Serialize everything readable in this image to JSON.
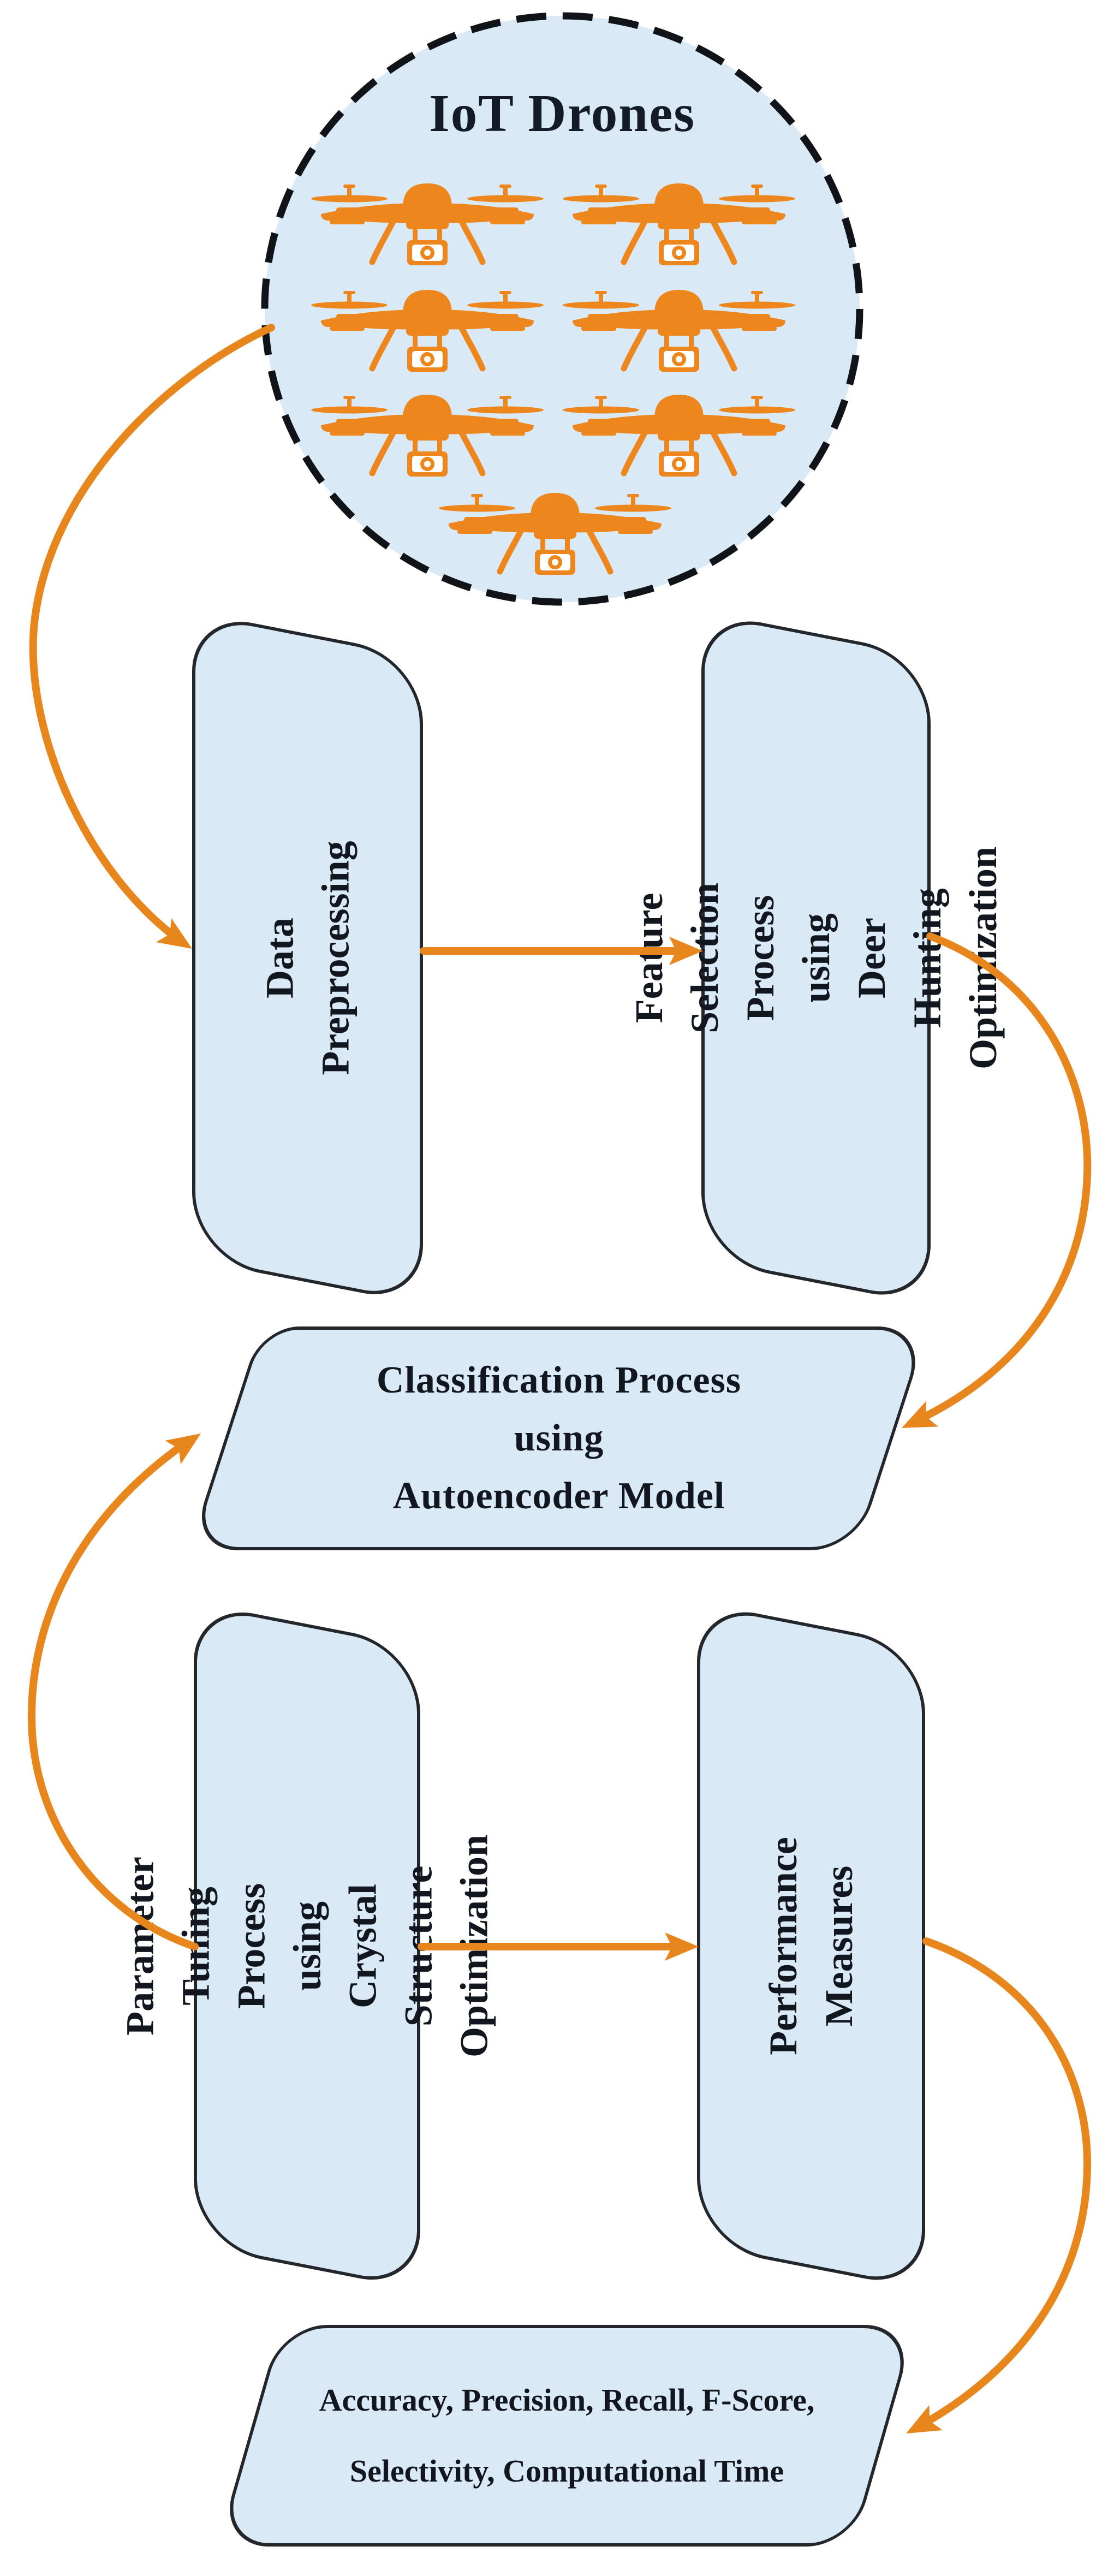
{
  "figure": {
    "type": "flow-diagram",
    "description": "IoT drones intrusion detection workflow"
  },
  "colors": {
    "node_fill": "#D9E9F6",
    "node_border": "#23262B",
    "circle_border": "#101419",
    "arrow_orange": "#E8861E",
    "drone_orange": "#ED861C",
    "text": "#12171F",
    "background": "#FFFFFF"
  },
  "nodes": {
    "iot_drones": {
      "label": "IoT Drones",
      "shape": "dashed-circle",
      "drone_count": 7
    },
    "data_preprocessing": {
      "label": "Data Preprocessing",
      "orientation": "vertical"
    },
    "feature_selection": {
      "line1": "Feature Selection Process",
      "line2": "using",
      "line3": "Deer Hunting Optimization",
      "orientation": "vertical"
    },
    "classification": {
      "line1": "Classification Process",
      "line2": "using",
      "line3": "Autoencoder Model",
      "orientation": "horizontal"
    },
    "parameter_tuning": {
      "line1": "Parameter Tuning Process",
      "line2": "using",
      "line3": "Crystal Structure Optimization",
      "orientation": "vertical"
    },
    "performance_measures": {
      "label": "Performance Measures",
      "orientation": "vertical"
    },
    "metrics": {
      "line1": "Accuracy, Precision, Recall, F-Score,",
      "line2": "Selectivity, Computational Time",
      "orientation": "horizontal"
    }
  },
  "edges": [
    {
      "from": "iot_drones",
      "to": "data_preprocessing",
      "style": "curved"
    },
    {
      "from": "data_preprocessing",
      "to": "feature_selection",
      "style": "straight"
    },
    {
      "from": "feature_selection",
      "to": "classification",
      "style": "curved"
    },
    {
      "from": "parameter_tuning",
      "to": "classification",
      "style": "curved"
    },
    {
      "from": "parameter_tuning",
      "to": "performance_measures",
      "style": "straight"
    },
    {
      "from": "performance_measures",
      "to": "metrics",
      "style": "curved"
    }
  ]
}
